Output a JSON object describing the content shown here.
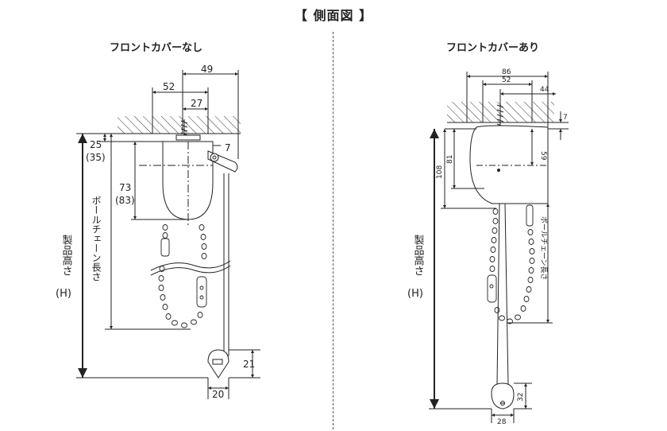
{
  "title": "【 側面図 】",
  "left": {
    "subtitle": "フロントカバーなし",
    "dims": {
      "d49": "49",
      "d52": "52",
      "d27": "27",
      "d7": "7",
      "d25": "25",
      "d35": "(35)",
      "d73": "73",
      "d83": "(83)",
      "d21": "21",
      "d20": "20"
    },
    "chain_label": "ボールチェーン長さ",
    "height_label": "製品高さ",
    "height_symbol": "(H)"
  },
  "right": {
    "subtitle": "フロントカバーあり",
    "dims": {
      "d86": "86",
      "d52": "52",
      "d44": "44",
      "d7": "7",
      "d59": "59",
      "d108": "108",
      "d81": "81",
      "d32": "32",
      "d28": "28"
    },
    "chain_label": "ボールチェーン長さ",
    "height_label": "製品高さ",
    "height_symbol": "(H)"
  }
}
